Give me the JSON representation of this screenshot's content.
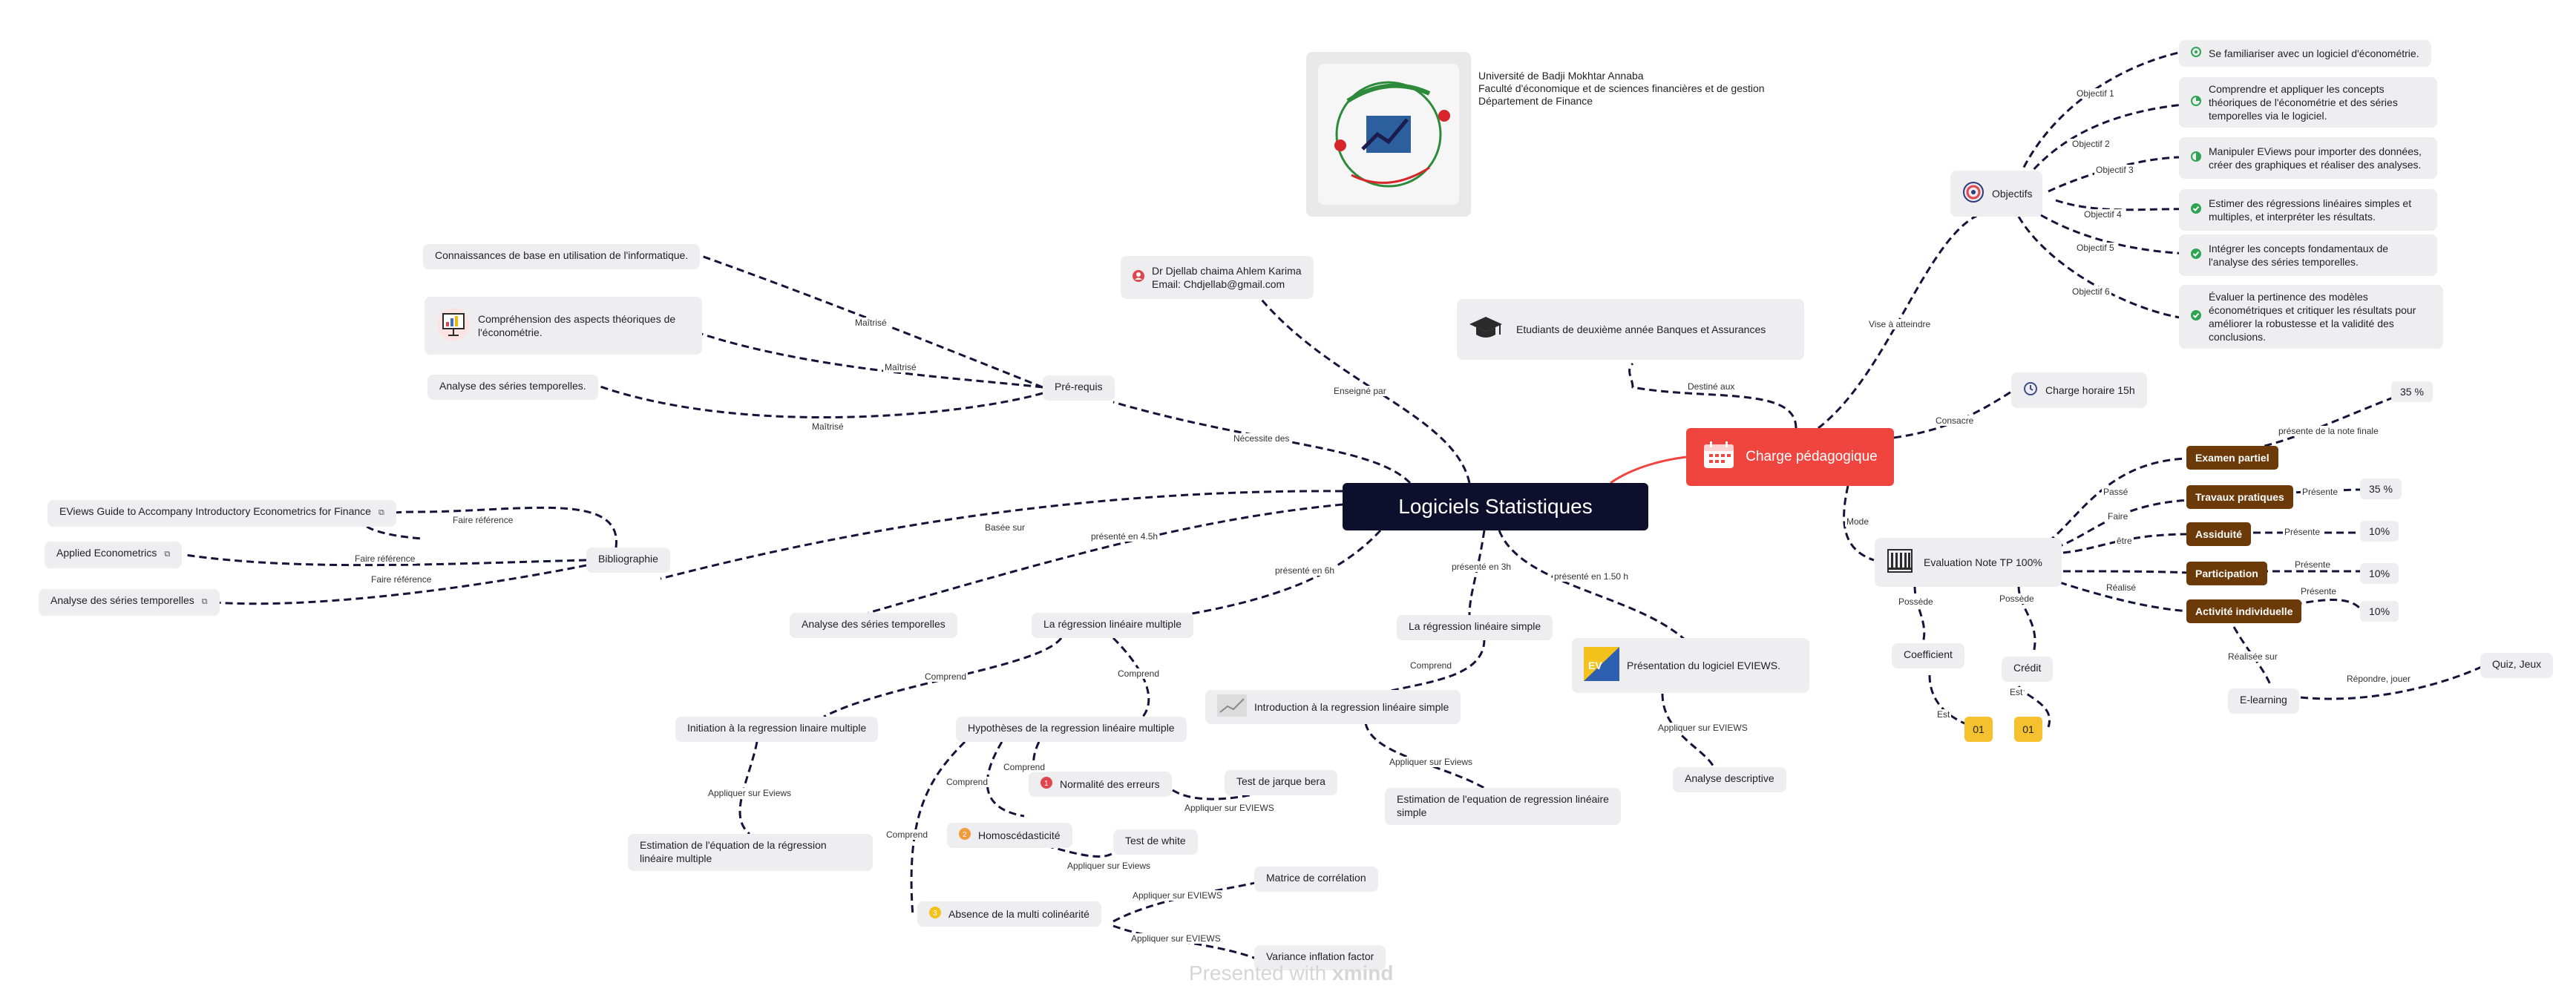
{
  "central": "Logiciels Statistiques",
  "charge": {
    "title": "Charge pédagogique"
  },
  "university": {
    "line1": "Université de Badji Mokhtar Annaba",
    "line2": "Faculté d'économique et de sciences financières et de gestion",
    "line3": "Département de Finance"
  },
  "teacher": {
    "name": "Dr Djellab chaima Ahlem Karima",
    "email": "Email: Chdjellab@gmail.com"
  },
  "students": "Etudiants de deuxième année Banques et Assurances",
  "charge_horaire": "Charge horaire 15h",
  "objectifs": {
    "title": "Objectifs",
    "items": [
      {
        "label": "Objectif 1",
        "text": "Se familiariser avec un logiciel d'économétrie."
      },
      {
        "label": "Objectif 2",
        "text": "Comprendre et appliquer les concepts théoriques de l'économétrie et des séries temporelles via le logiciel."
      },
      {
        "label": "Objectif 3",
        "text": "Manipuler EViews pour importer des données, créer des graphiques et réaliser des analyses."
      },
      {
        "label": "Objectif 4",
        "text": "Estimer des régressions linéaires simples et multiples, et interpréter les résultats."
      },
      {
        "label": "Objectif 5",
        "text": "Intégrer les concepts fondamentaux de l'analyse des séries temporelles."
      },
      {
        "label": "Objectif 6",
        "text": "Évaluer la pertinence des modèles économétriques et critiquer les résultats pour améliorer la robustesse et la validité des conclusions."
      }
    ]
  },
  "evaluation": {
    "title": "Evaluation Note TP 100%",
    "coefficient": "Coefficient",
    "credit": "Crédit",
    "coef_value": "01",
    "credit_value": "01",
    "items": [
      {
        "name": "Examen partiel",
        "pct": "35 %"
      },
      {
        "name": "Travaux pratiques",
        "pct": "35 %"
      },
      {
        "name": "Assiduité",
        "pct": "10%"
      },
      {
        "name": "Participation",
        "pct": "10%"
      },
      {
        "name": "Activité individuelle",
        "pct": "10%"
      }
    ],
    "elearning": "E-learning",
    "quiz": "Quiz, Jeux"
  },
  "prerequis": {
    "title": "Pré-requis",
    "items": [
      "Connaissances de base en utilisation de l'informatique.",
      "Compréhension des aspects théoriques de l'économétrie.",
      "Analyse des séries temporelles."
    ]
  },
  "bibliographie": {
    "title": "Bibliographie",
    "items": [
      "EViews Guide to Accompany Introductory Econometrics for Finance",
      "Applied Econometrics",
      "Analyse des séries temporelles"
    ]
  },
  "topics": {
    "series": "Analyse des séries temporelles",
    "rlm": "La régression linéaire multiple",
    "rls": "La régression linéaire simple",
    "eviews": "Présentation du logiciel EVIEWS.",
    "init_rlm": "Initiation à la regression linaire multiple",
    "estim_rlm": "Estimation de l'équation de la régression linéaire multiple",
    "hyp": "Hypothèses de la regression linéaire multiple",
    "normalite": "Normalité des erreurs",
    "homo": "Homoscédasticité",
    "multi": "Absence de la multi colinéarité",
    "jarque": "Test de jarque bera",
    "white": "Test  de white",
    "matrice": "Matrice de corrélation",
    "vif": "Variance inflation factor",
    "intro_rls": "Introduction à la regression linéaire simple",
    "estim_rls": "Estimation de l'equation de regression linéaire simple",
    "descriptive": "Analyse descriptive"
  },
  "rel": {
    "enseigne": "Enseigné par",
    "necessite": "Nécessite des",
    "basee": "Basée sur",
    "p45": "présenté en 4.5h",
    "p6": "présenté en 6h",
    "p3": "présenté en 3h",
    "p15": "présenté en 1.50 h",
    "destine": "Destiné aux",
    "vise": "Vise à atteindre",
    "consacre": "Consacre",
    "mode": "Mode",
    "maitrise": "Maîtrisé",
    "faire_ref": "Faire référence",
    "comprend": "Comprend",
    "appliquer_eviews": "Appliquer sur Eviews",
    "appliquer_EVIEWS": "Appliquer sur EVIEWS",
    "appliquer_EVIEWS_caps": "Appliquer sur EVIEWS",
    "possede": "Possède",
    "est": "Est",
    "passe": "Passé",
    "faire": "Faire",
    "etre": "être",
    "realise": "Réalisé",
    "presente": "Présente",
    "presente_note": "présente de la note finale",
    "realisee_sur": "Réalisée sur",
    "repondre": "Répondre, jouer"
  },
  "footer": {
    "a": "Presented with ",
    "b": "xmind"
  }
}
